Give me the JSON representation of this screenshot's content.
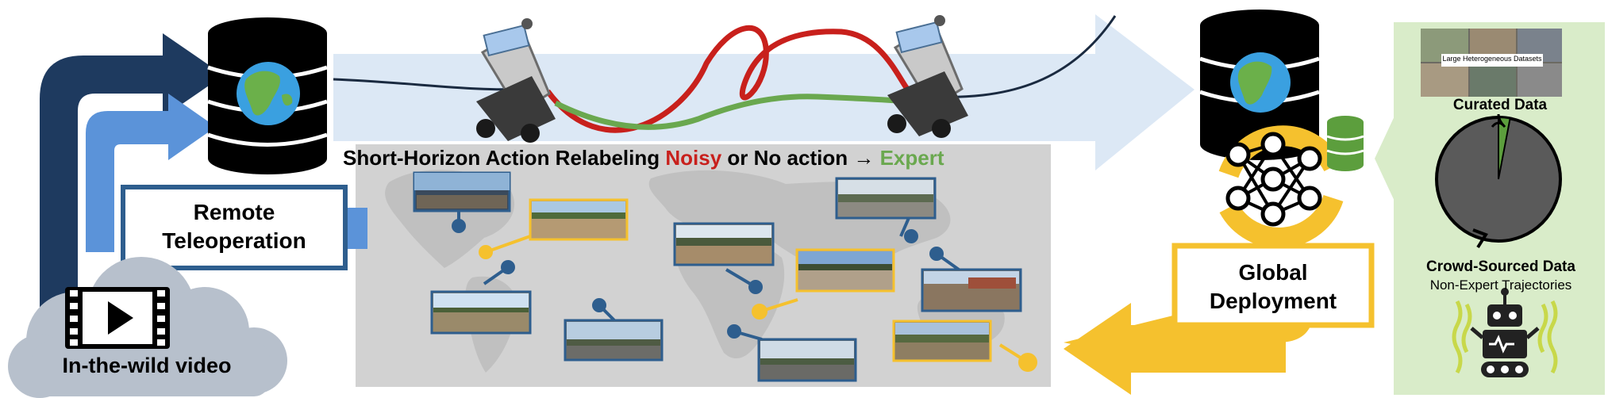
{
  "labels": {
    "remote_teleop_line1": "Remote",
    "remote_teleop_line2": "Teleoperation",
    "in_the_wild_video": "In-the-wild video",
    "relabel_prefix": "Short-Horizon Action Relabeling",
    "relabel_noisy": "Noisy",
    "relabel_middle": "or No action →",
    "relabel_expert": "Expert",
    "global_line1": "Global",
    "global_line2": "Deployment",
    "curated_data": "Curated Data",
    "dataset_banner": "Large Heterogeneous Datasets",
    "crowd_sourced": "Crowd-Sourced Data",
    "non_expert": "Non-Expert Trajectories"
  },
  "pie": {
    "curated_fraction": 0.03
  },
  "colors": {
    "navy": "#1e3a5f",
    "light_blue": "#5b93d9",
    "pale_blue_arrow": "#dce8f5",
    "yellow": "#f5c12e",
    "noisy_red": "#c8201c",
    "expert_green": "#6aa84f",
    "map_gray": "#d2d2d2",
    "panel_green": "#d9ecc9",
    "pie_gray": "#5a5a5a",
    "pie_green": "#5c9e3d"
  },
  "icons": {
    "database": "database-icon",
    "globe": "globe-icon",
    "video": "video-icon",
    "cloud": "cloud-icon",
    "robot_car": "robot-car-icon",
    "neural_net": "neural-net-icon",
    "robot": "robot-icon"
  }
}
